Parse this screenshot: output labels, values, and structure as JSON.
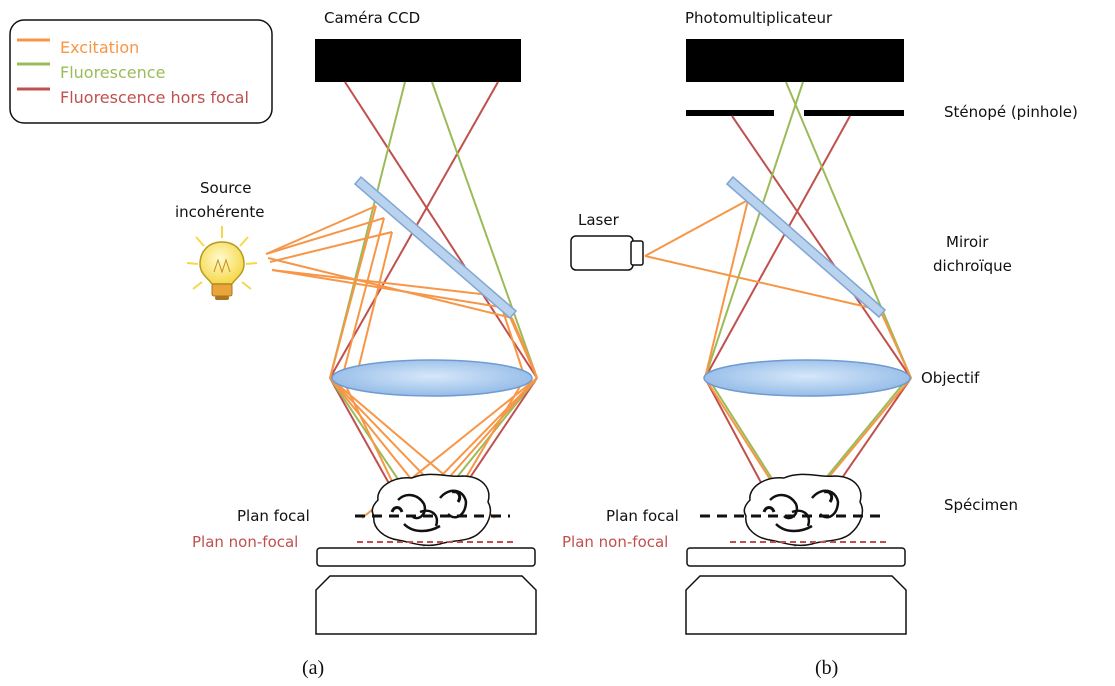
{
  "legend": {
    "items": [
      {
        "label": "Excitation",
        "color": "#f79646"
      },
      {
        "label": "Fluorescence",
        "color": "#9bbb59"
      },
      {
        "label": "Fluorescence hors focal",
        "color": "#c0504d"
      }
    ]
  },
  "labels": {
    "camera": "Caméra CCD",
    "photomultiplier": "Photomultiplicateur",
    "pinhole": "Sténopé (pinhole)",
    "source": [
      "Source",
      "incohérente"
    ],
    "laser": "Laser",
    "mirror": [
      "Miroir",
      "dichroïque"
    ],
    "objective": "Objectif",
    "specimen": "Spécimen",
    "focal_plane_a": "Plan focal",
    "nonfocal_plane_a": "Plan non-focal",
    "focal_plane_b": "Plan focal",
    "nonfocal_plane_b": "Plan non-focal",
    "caption_a": "(a)",
    "caption_b": "(b)"
  },
  "colors": {
    "excitation": "#f79646",
    "fluorescence": "#9bbb59",
    "out_of_focus": "#c0504d",
    "lens_fill": "#9cc3ea",
    "mirror_fill": "#b9d3ef",
    "detector": "#000000"
  },
  "icons": [
    "light-bulb-icon",
    "laser-icon"
  ]
}
